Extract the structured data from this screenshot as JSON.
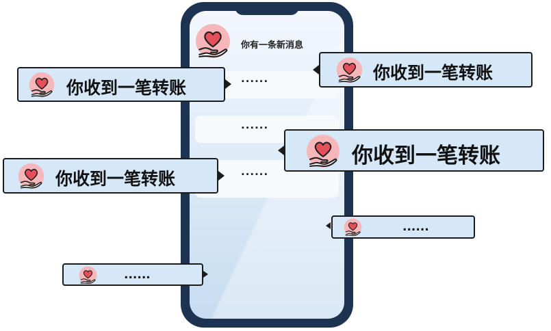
{
  "phone": {
    "header_title": "你有一条新消息",
    "rows": [
      "......",
      "......",
      "......"
    ]
  },
  "bubbles": [
    {
      "text": "你收到一笔转账",
      "icon": "heart-hand-icon"
    },
    {
      "text": "你收到一笔转账",
      "icon": "heart-hand-icon"
    },
    {
      "text": "你收到一笔转账",
      "icon": "heart-hand-icon"
    },
    {
      "text": "你收到一笔转账",
      "icon": "heart-hand-icon"
    },
    {
      "text": "......",
      "icon": "heart-hand-icon"
    },
    {
      "text": "......",
      "icon": "heart-hand-icon"
    }
  ],
  "colors": {
    "phone_frame": "#1d3352",
    "bubble_fill": "#d6e7f8",
    "heart": "#e3505a",
    "icon_circle": "#f6b7bb"
  }
}
